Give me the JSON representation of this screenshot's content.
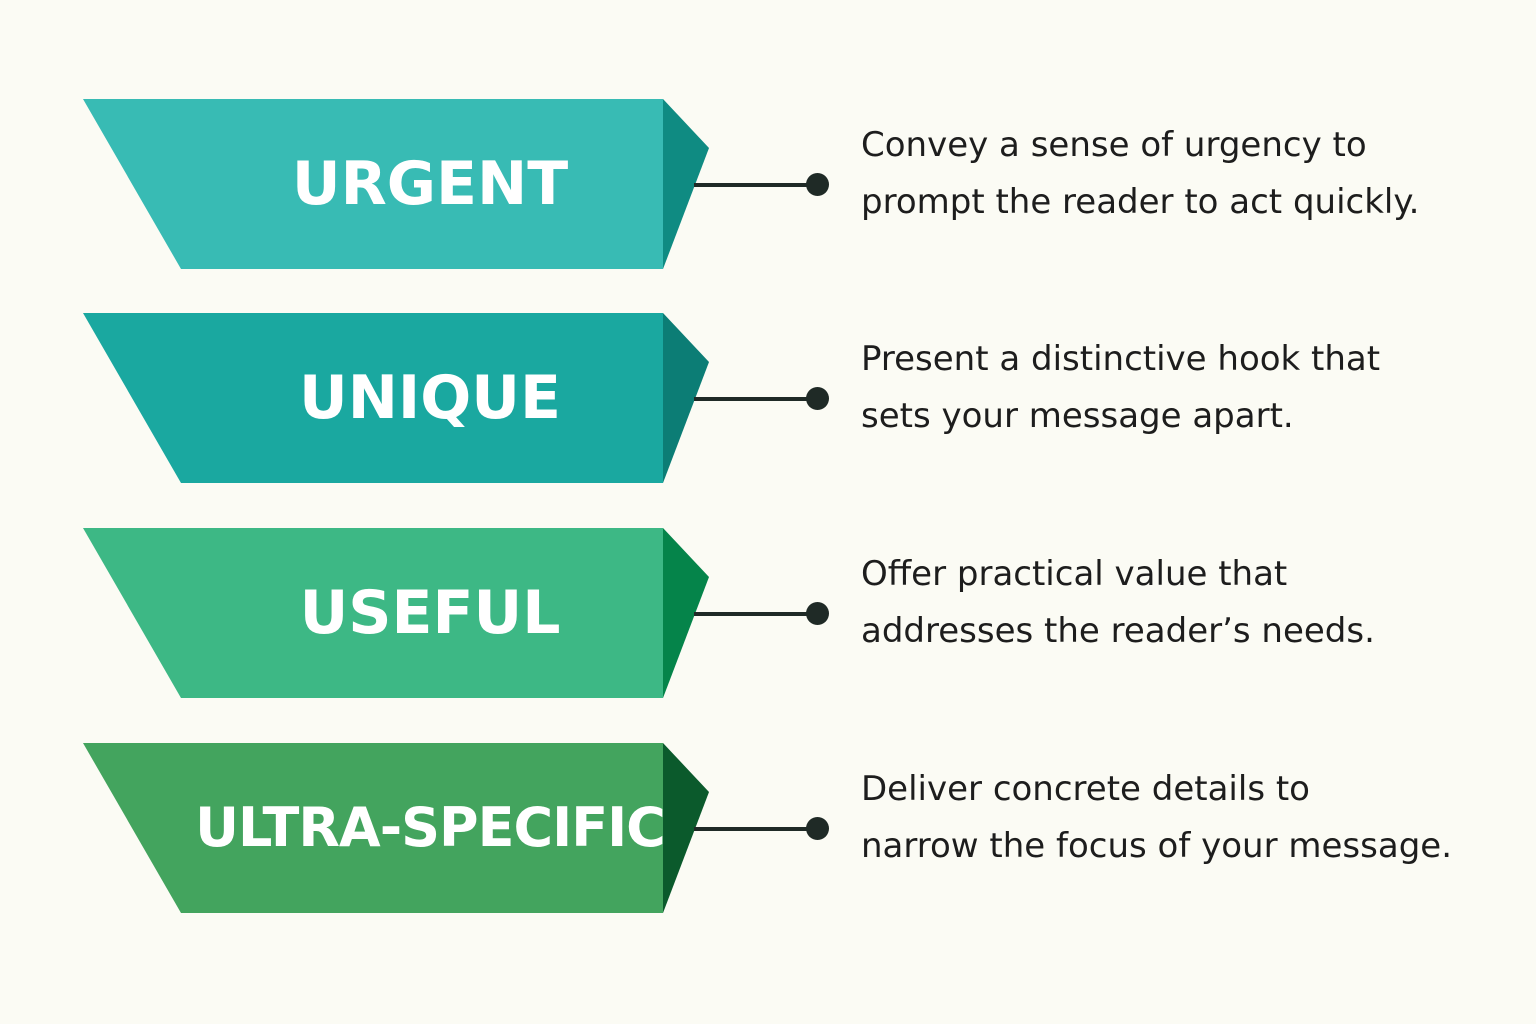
{
  "items": [
    {
      "title": "URGENT",
      "description_lines": [
        "Convey a sense of urgency to",
        "prompt the reader to act quickly."
      ],
      "face_color": "#38bbb4",
      "fold_color": "#0f8b82"
    },
    {
      "title": "UNIQUE",
      "description_lines": [
        "Present a distinctive hook that",
        "sets your message apart."
      ],
      "face_color": "#1aa8a0",
      "fold_color": "#0c7d75"
    },
    {
      "title": "USEFUL",
      "description_lines": [
        "Offer practical value that",
        "addresses the reader’s needs."
      ],
      "face_color": "#3db885",
      "fold_color": "#05844a"
    },
    {
      "title": "ULTRA-SPECIFIC",
      "description_lines": [
        "Deliver concrete details to",
        "narrow the focus of your message."
      ],
      "face_color": "#43a45e",
      "fold_color": "#0b5a2c"
    }
  ],
  "connector_color": "#1f2a26"
}
